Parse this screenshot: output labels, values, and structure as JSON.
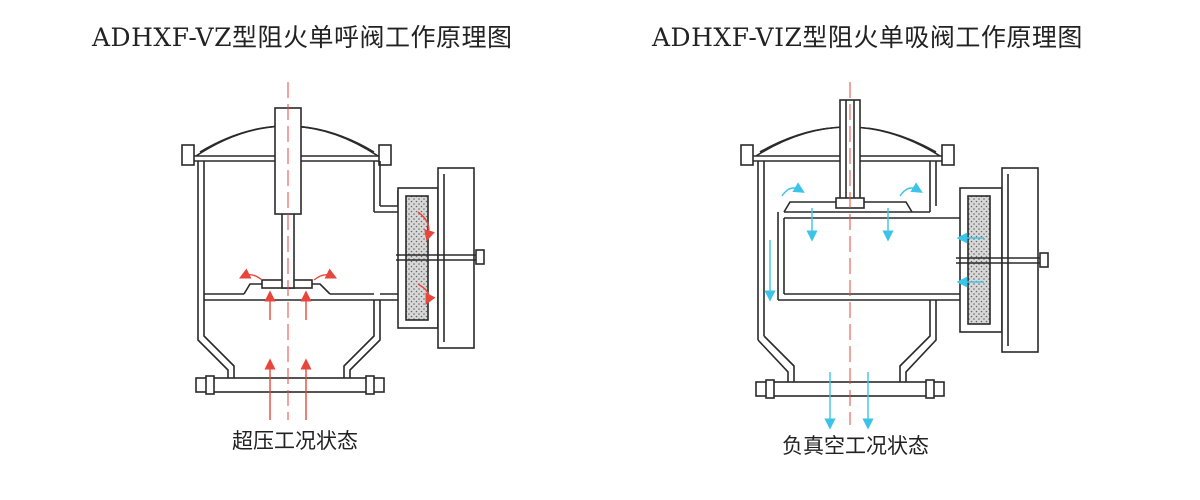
{
  "diagrams": [
    {
      "title": "ADHXF-VZ型阻火单呼阀工作原理图",
      "caption": "超压工况状态"
    },
    {
      "title": "ADHXF-VIZ型阻火单吸阀工作原理图",
      "caption": "负真空工况状态"
    }
  ],
  "colors": {
    "line": "#2a2a2a",
    "pressure_flow": "#e8463c",
    "vacuum_flow": "#3cc4e8",
    "flame_element": "#bdbdbd"
  }
}
